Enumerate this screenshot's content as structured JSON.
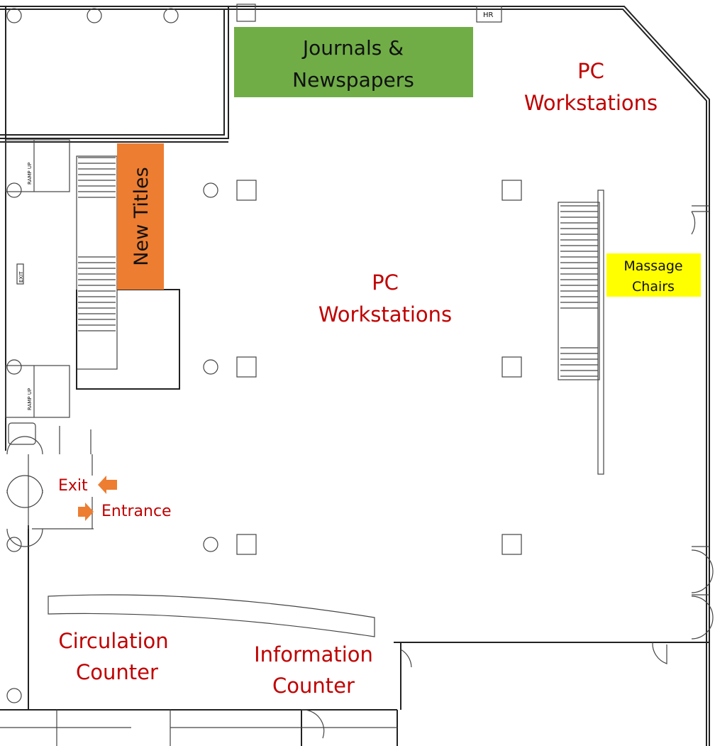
{
  "colors": {
    "label_red": "#C00000",
    "journals_bg": "#70AD47",
    "new_titles_bg": "#ED7D31",
    "massage_bg": "#FFFF00",
    "arrow": "#ED7D31"
  },
  "areas": {
    "journals": {
      "line1": "Journals &",
      "line2": "Newspapers"
    },
    "new_titles": {
      "label": "New Titles"
    },
    "massage": {
      "line1": "Massage",
      "line2": "Chairs"
    },
    "pc_top": {
      "line1": "PC",
      "line2": "Workstations"
    },
    "pc_center": {
      "line1": "PC",
      "line2": "Workstations"
    },
    "circulation": {
      "line1": "Circulation",
      "line2": "Counter"
    },
    "information": {
      "line1": "Information",
      "line2": "Counter"
    },
    "exit": {
      "label": "Exit",
      "icon": "arrow-left-icon"
    },
    "entrance": {
      "label": "Entrance",
      "icon": "arrow-right-icon"
    }
  },
  "plan_labels": {
    "hr": "HR",
    "ramp_up_1": "RAMP UP",
    "ramp_up_2": "RAMP UP",
    "exit_sign": "EXIT"
  }
}
